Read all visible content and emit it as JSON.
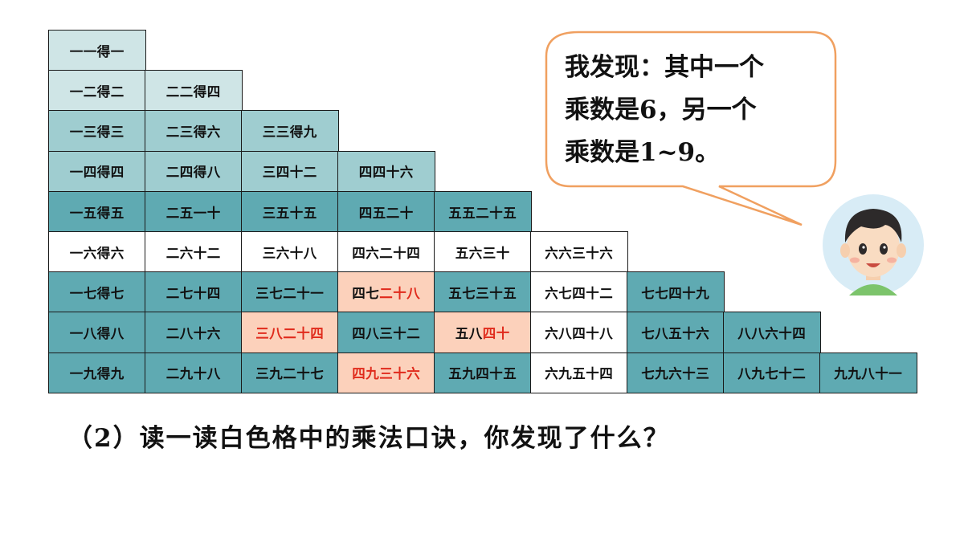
{
  "table": {
    "rows": [
      [
        "一一得一"
      ],
      [
        "一二得二",
        "二二得四"
      ],
      [
        "一三得三",
        "二三得六",
        "三三得九"
      ],
      [
        "一四得四",
        "二四得八",
        "三四十二",
        "四四十六"
      ],
      [
        "一五得五",
        "二五一十",
        "三五十五",
        "四五二十",
        "五五二十五"
      ],
      [
        "一六得六",
        "二六十二",
        "三六十八",
        "四六二十四",
        "五六三十",
        "六六三十六"
      ],
      [
        "一七得七",
        "二七十四",
        "三七二十一",
        "四七二十八",
        "五七三十五",
        "六七四十二",
        "七七四十九"
      ],
      [
        "一八得八",
        "二八十六",
        "三八二十四",
        "四八三十二",
        "五八四十",
        "六八四十八",
        "七八五十六",
        "八八六十四"
      ],
      [
        "一九得九",
        "二九十八",
        "三九二十七",
        "四九三十六",
        "五九四十五",
        "六九五十四",
        "七九六十三",
        "八九七十二",
        "九九八十一"
      ]
    ],
    "highlighted_cells": [
      {
        "row": 7,
        "col": 4,
        "black_part": "四七",
        "red_part": "二十八",
        "bg": "highlight"
      },
      {
        "row": 8,
        "col": 3,
        "black_part": "",
        "red_part": "三八二十四",
        "bg": "highlight"
      },
      {
        "row": 8,
        "col": 5,
        "black_part": "五八",
        "red_part": "四十",
        "bg": "highlight"
      },
      {
        "row": 9,
        "col": 4,
        "black_part": "",
        "red_part": "四九三十六",
        "bg": "highlight"
      }
    ],
    "white_cells": [
      {
        "row": 6,
        "col": "all"
      },
      {
        "row": 7,
        "col": 6
      },
      {
        "row": 8,
        "col": 6
      },
      {
        "row": 9,
        "col": 6
      }
    ]
  },
  "bubble": {
    "lines": [
      "我发现：其中一个",
      "乘数是6，另一个",
      "乘数是1~9。"
    ]
  },
  "question": "（2）读一读白色格中的乘法口诀，你发现了什么？",
  "colors": {
    "teal_light": "#cfe5e6",
    "teal_mid": "#9fcdd0",
    "teal_dark": "#5faab2",
    "white": "#ffffff",
    "highlight_bg": "#fcd1bb",
    "highlight_text": "#e02b1c",
    "bubble_border": "#f0a060"
  },
  "icons": {
    "avatar": "boy-avatar-icon"
  }
}
